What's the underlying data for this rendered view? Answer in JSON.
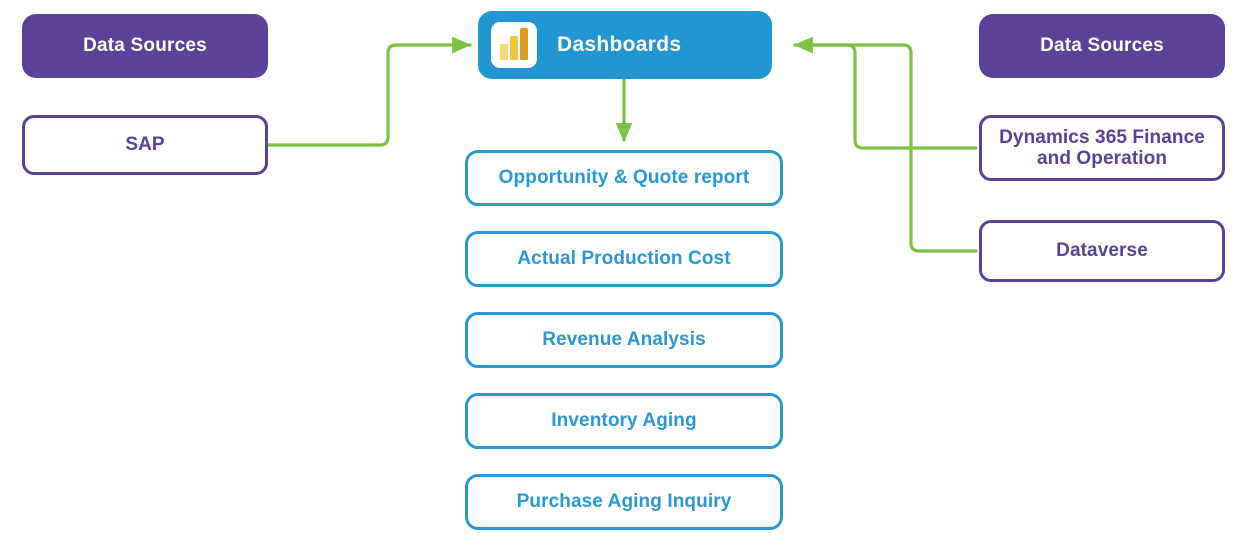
{
  "diagram": {
    "title": "Power BI dashboards and data sources flow",
    "colors": {
      "purple": "#5B4198",
      "blue": "#2196D3",
      "blue_outline": "#2B97D4",
      "green_connector": "#7DC242",
      "white": "#FFFFFF",
      "icon_bar_light": "#F5D97B",
      "icon_bar_mid": "#EFC63F",
      "icon_bar_dark": "#DF9B1B"
    }
  },
  "left": {
    "header": {
      "label": "Data Sources"
    },
    "sources": [
      {
        "label": "SAP"
      }
    ]
  },
  "right": {
    "header": {
      "label": "Data Sources"
    },
    "sources": [
      {
        "label": "Dynamics 365 Finance and Operation"
      },
      {
        "label": "Dataverse"
      }
    ]
  },
  "center": {
    "dashboards": {
      "label": "Dashboards",
      "icon": "power-bi-icon"
    },
    "reports": [
      {
        "label": "Opportunity & Quote report"
      },
      {
        "label": "Actual Production Cost"
      },
      {
        "label": "Revenue Analysis"
      },
      {
        "label": "Inventory Aging"
      },
      {
        "label": "Purchase Aging Inquiry"
      }
    ]
  }
}
